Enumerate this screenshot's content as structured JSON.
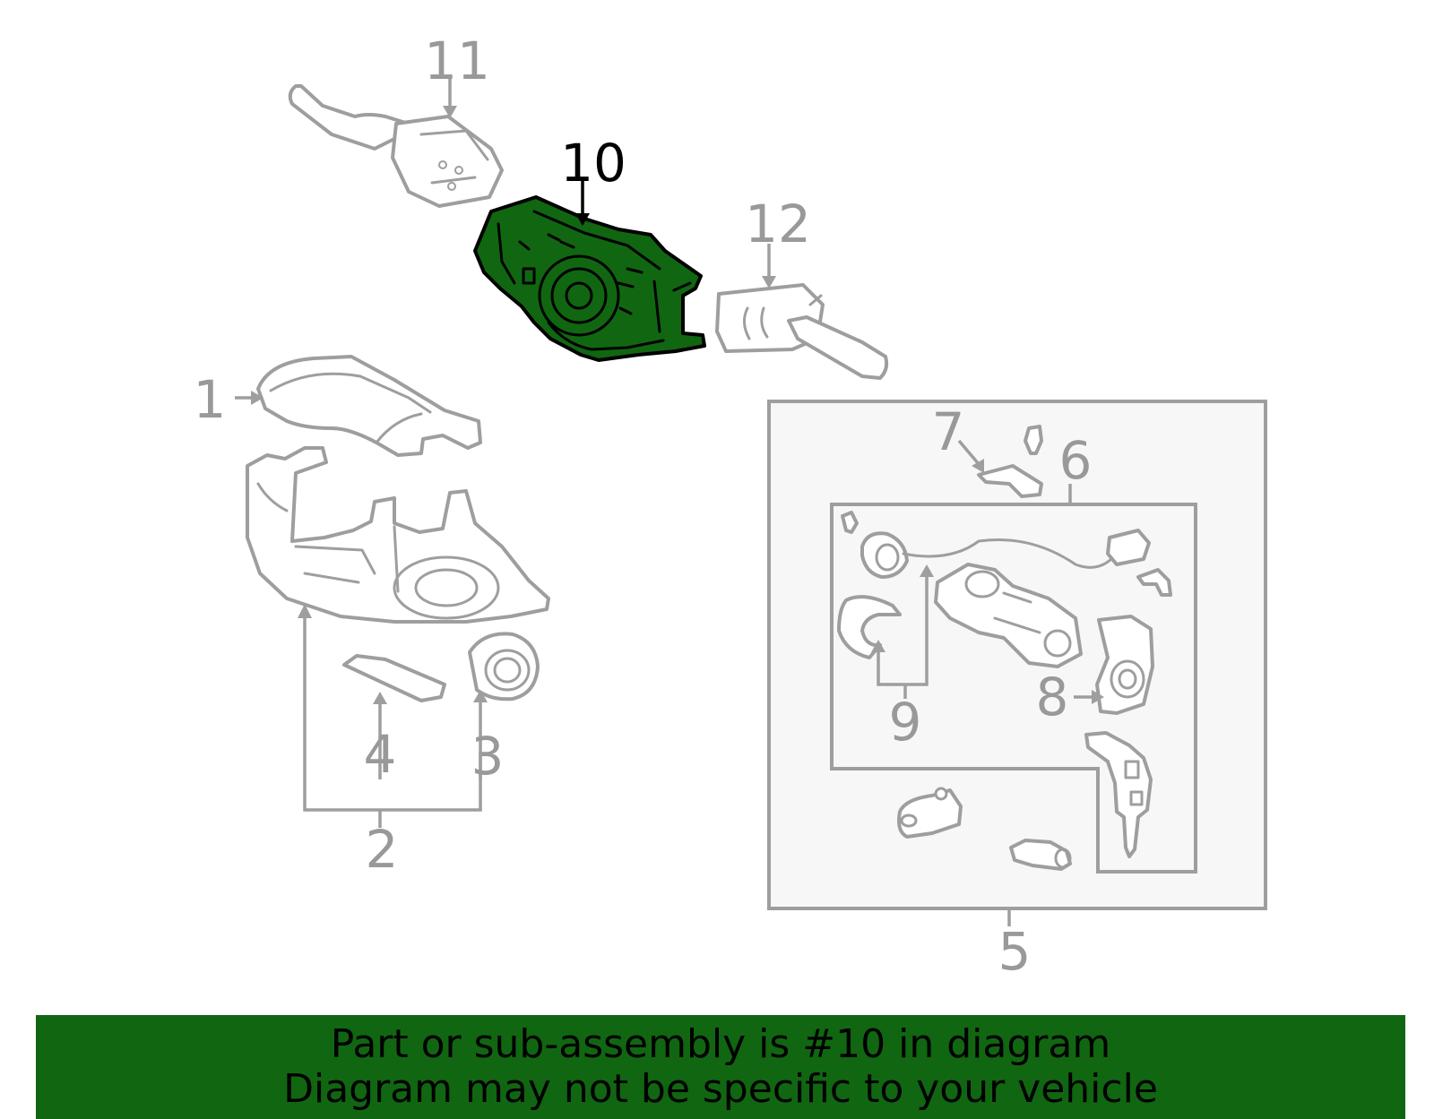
{
  "diagram": {
    "callouts": {
      "c1": "1",
      "c2": "2",
      "c3": "3",
      "c4": "4",
      "c5": "5",
      "c6": "6",
      "c7": "7",
      "c8": "8",
      "c9": "9",
      "c10": "10",
      "c11": "11",
      "c12": "12"
    },
    "highlighted_callout": "10",
    "colors": {
      "highlight_fill": "#116611",
      "line_gray": "#9e9e9e",
      "label_gray": "#999999",
      "box_fill": "#f7f7f7"
    }
  },
  "banner": {
    "line1": "Part or sub-assembly is #10 in diagram",
    "line2": "Diagram may not be specific to your vehicle"
  }
}
